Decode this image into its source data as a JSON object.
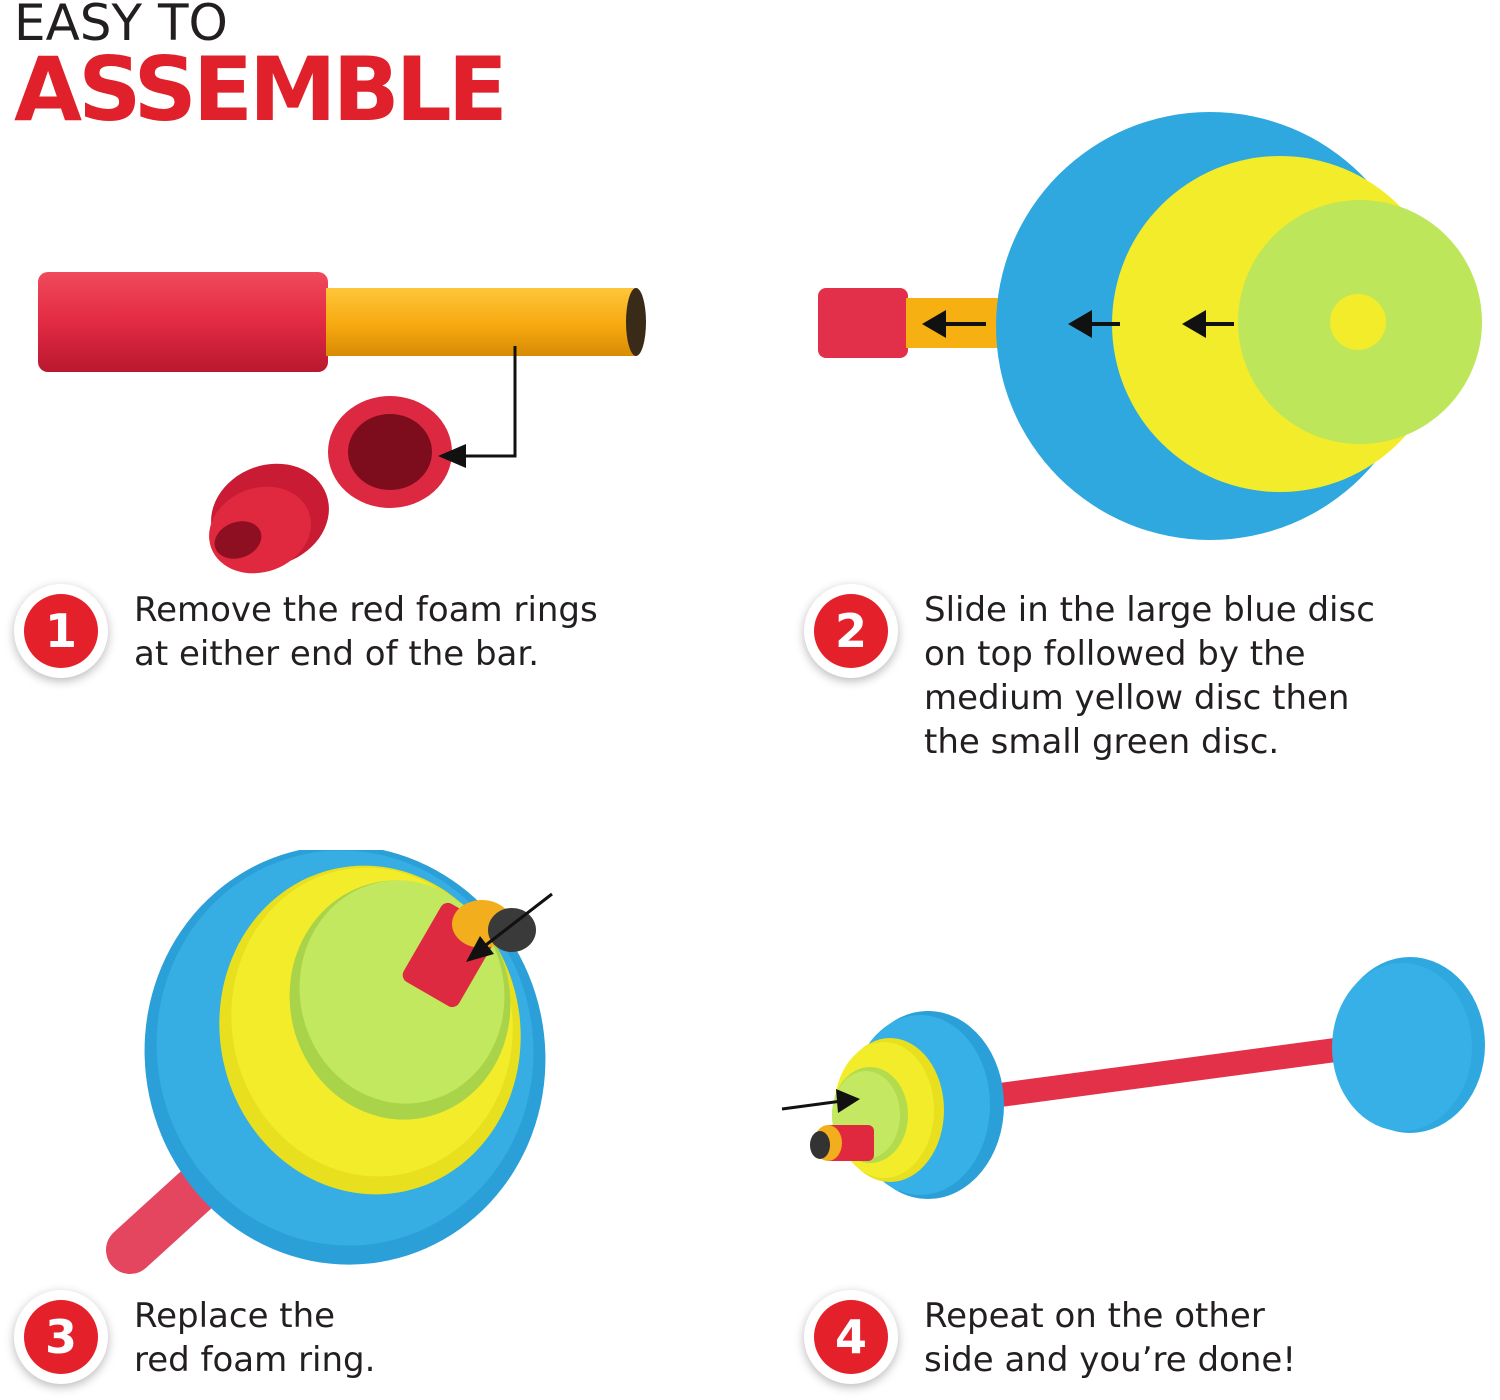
{
  "header": {
    "line1": "EASY TO",
    "line2": "ASSEMBLE"
  },
  "steps": [
    {
      "number": "1",
      "text": "Remove the red foam rings\nat either end of the bar."
    },
    {
      "number": "2",
      "text": "Slide in the large blue disc\non top followed by the\nmedium yellow disc then\nthe small green disc."
    },
    {
      "number": "3",
      "text": "Replace the\nred foam ring."
    },
    {
      "number": "4",
      "text": "Repeat on the other\nside and you’re done!"
    }
  ],
  "colors": {
    "accent_red": "#e4202a",
    "foam_red": "#e4324a",
    "bar_orange": "#f7b012",
    "disc_blue": "#2fa8e0",
    "disc_yellow": "#f2ec2a",
    "disc_green": "#bde65a",
    "text_dark": "#231f20"
  }
}
